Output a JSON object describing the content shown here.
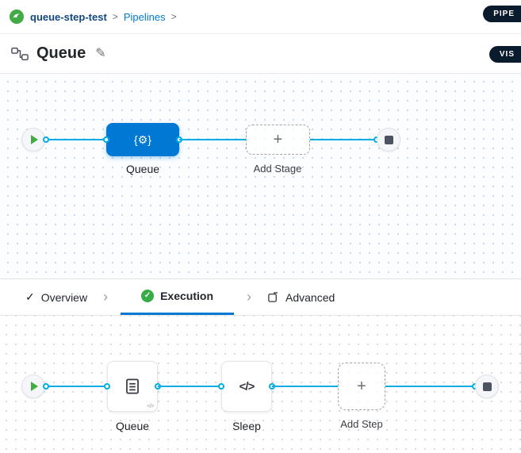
{
  "breadcrumb": {
    "project_label": "queue-step-test",
    "sep1": ">",
    "pipelines_label": "Pipelines",
    "sep2": ">"
  },
  "badges": {
    "top_right": "PIPE",
    "view_toggle": "VIS"
  },
  "header": {
    "title": "Queue"
  },
  "icons": {
    "check": "✓",
    "chevron": "›",
    "plus": "+",
    "code": "</>",
    "code_badge": "</>",
    "stage_glyph": "{⚙}",
    "pencil": "✎"
  },
  "stage_canvas": {
    "stage_label": "Queue",
    "add_stage_label": "Add Stage"
  },
  "tabs": {
    "overview": "Overview",
    "execution": "Execution",
    "advanced": "Advanced"
  },
  "step_canvas": {
    "step1_label": "Queue",
    "step2_label": "Sleep",
    "add_step_label": "Add Step"
  },
  "colors": {
    "accent_blue": "#0278d5",
    "connector_cyan": "#00ade4",
    "success_green": "#42ab45",
    "badge_navy": "#0a1b2e"
  }
}
